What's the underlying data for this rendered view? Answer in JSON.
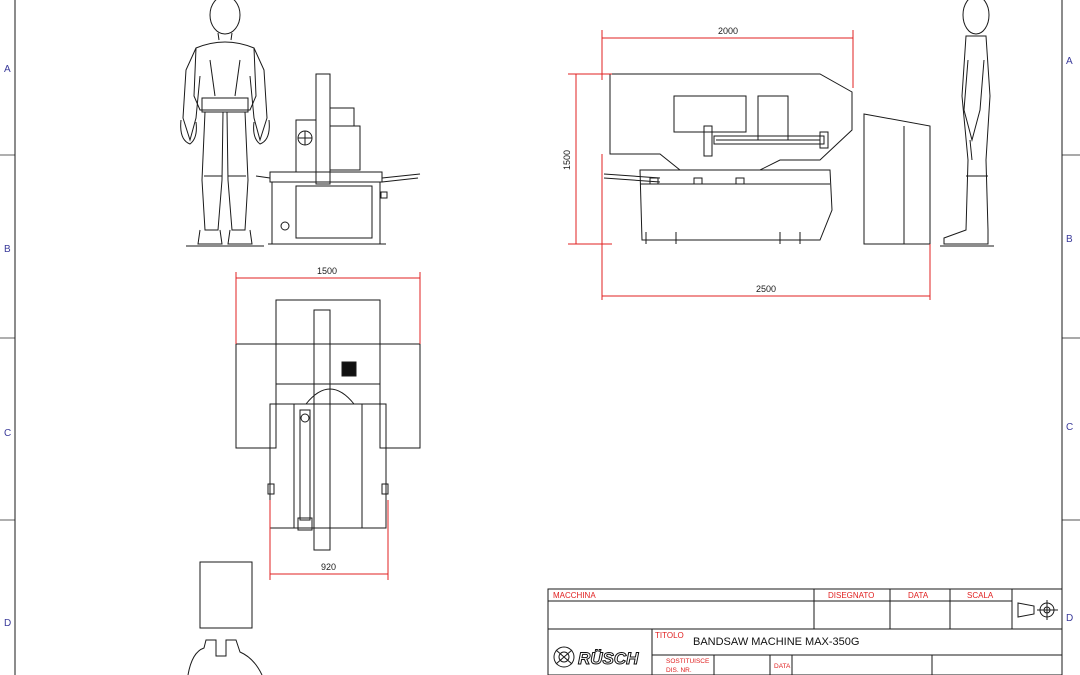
{
  "zones": {
    "left": [
      "A",
      "B",
      "C",
      "D"
    ],
    "right": [
      "A",
      "B",
      "C",
      "D"
    ]
  },
  "dimensions": {
    "top_width": "2000",
    "side_height": "1500",
    "total_length": "2500",
    "plan_width": "1500",
    "plan_depth": "920"
  },
  "title_block": {
    "macchina_label": "MACCHINA",
    "disegnato_label": "DISEGNATO",
    "data_label": "DATA",
    "scala_label": "SCALA",
    "titolo_label": "TITOLO",
    "title_value": "BANDSAW MACHINE MAX-350G",
    "sostituisce_label": "SOSTITUISCE",
    "dis_nr_label": "DIS. NR.",
    "data2_label": "DATA",
    "logo_text": "RÜSCH"
  },
  "colors": {
    "dimension_lines": "#e02020",
    "drawing_lines": "#1a1a1a",
    "zone_letters": "#3a3a9a"
  }
}
